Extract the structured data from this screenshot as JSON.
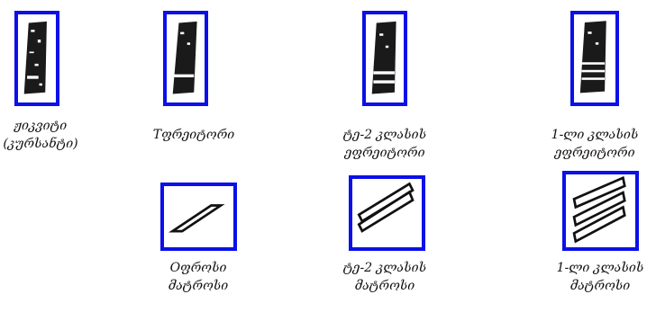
{
  "colors": {
    "frame": "#0b10e8",
    "insignia": "#111111"
  },
  "insignia_row_top": [
    {
      "icon": "shoulder-board-cadet",
      "caption": [
        "ჟიკვიტი",
        "(კურსანტი)"
      ]
    },
    {
      "icon": "shoulder-board-sergeant",
      "caption": [
        "Tფრეიტორი"
      ]
    },
    {
      "icon": "shoulder-board-second-class-corporal",
      "caption": [
        "ტე-2 კლასის",
        "ეფრეიტორი"
      ]
    },
    {
      "icon": "shoulder-board-first-class-corporal",
      "caption": [
        "1-ლი კლასის",
        "ეფრეიტორი"
      ]
    }
  ],
  "insignia_row_bottom": [
    {
      "icon": "single-chevron-stripe",
      "caption": [
        "Oფროსი",
        "მატროსი"
      ]
    },
    {
      "icon": "double-chevron-stripe",
      "caption": [
        "ტე-2 კლასის",
        "მატროსი"
      ]
    },
    {
      "icon": "triple-chevron-stripe",
      "caption": [
        "1-ლი კლასის",
        "მატროსი"
      ]
    }
  ]
}
